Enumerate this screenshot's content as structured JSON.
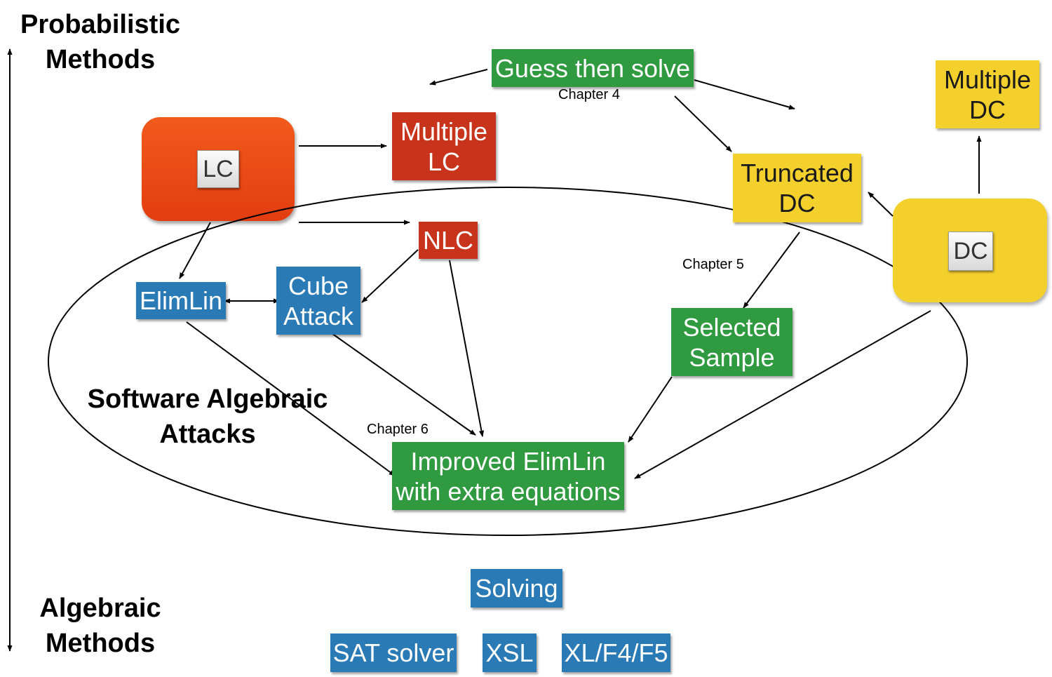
{
  "labels": {
    "probabilistic": "Probabilistic\nMethods",
    "algebraic": "Algebraic\nMethods",
    "software": "Software Algebraic\nAttacks",
    "chapter4": "Chapter 4",
    "chapter5": "Chapter 5",
    "chapter6": "Chapter 6"
  },
  "nodes": {
    "lc": "LC",
    "dc": "DC",
    "guess": "Guess then solve",
    "multiple_lc": "Multiple\nLC",
    "multiple_dc": "Multiple\nDC",
    "truncated_dc": "Truncated\nDC",
    "nlc": "NLC",
    "elimlin": "ElimLin",
    "cube": "Cube\nAttack",
    "selected": "Selected\nSample",
    "improved": "Improved ElimLin\nwith extra equations",
    "solving": "Solving",
    "sat": "SAT solver",
    "xsl": "XSL",
    "xl": "XL/F4/F5"
  },
  "colors": {
    "green": "#2f9a3f",
    "red": "#c8341b",
    "blue": "#2a7ab5",
    "yellow": "#f4d02d",
    "lc_fill": "#f04a17"
  }
}
